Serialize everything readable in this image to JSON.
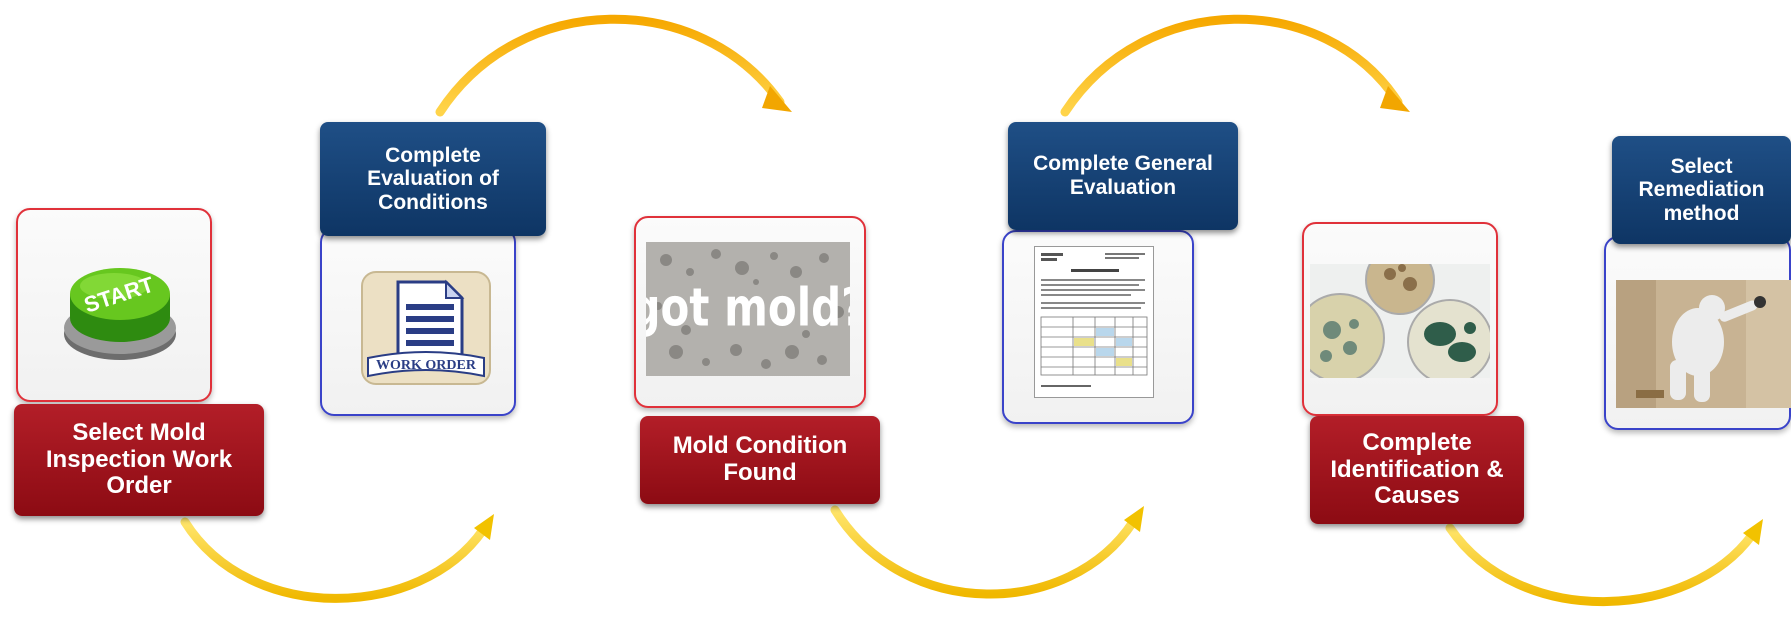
{
  "steps": [
    {
      "label": "Select Mold\nInspection Work\nOrder",
      "icon": "start-button-icon"
    },
    {
      "label": "Complete\nEvaluation of\nConditions",
      "icon": "work-order-document-icon"
    },
    {
      "label": "Mold Condition\nFound",
      "icon": "got-mold-photo",
      "photo_text": "got mold?"
    },
    {
      "label": "Complete General\nEvaluation",
      "icon": "evaluation-form-image"
    },
    {
      "label": "Complete\nIdentification &\nCauses",
      "icon": "petri-dish-mold-photo"
    },
    {
      "label": "Select\nRemediation\nmethod",
      "icon": "remediation-worker-photo"
    }
  ],
  "badges": {
    "start": "START",
    "work_order": "WORK ORDER"
  },
  "colors": {
    "red_label": "#a0141c",
    "blue_label": "#14406f",
    "red_border": "#e0313a",
    "blue_border": "#3a43c9",
    "arrow_yellow": "#f5c400",
    "arrow_orange": "#f0a000"
  }
}
